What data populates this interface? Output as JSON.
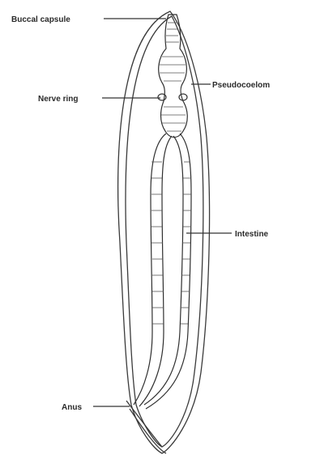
{
  "diagram": {
    "labels": {
      "buccal_capsule": "Buccal capsule",
      "pseudocoelom": "Pseudocoelom",
      "nerve_ring": "Nerve ring",
      "intestine": "Intestine",
      "anus": "Anus"
    }
  }
}
